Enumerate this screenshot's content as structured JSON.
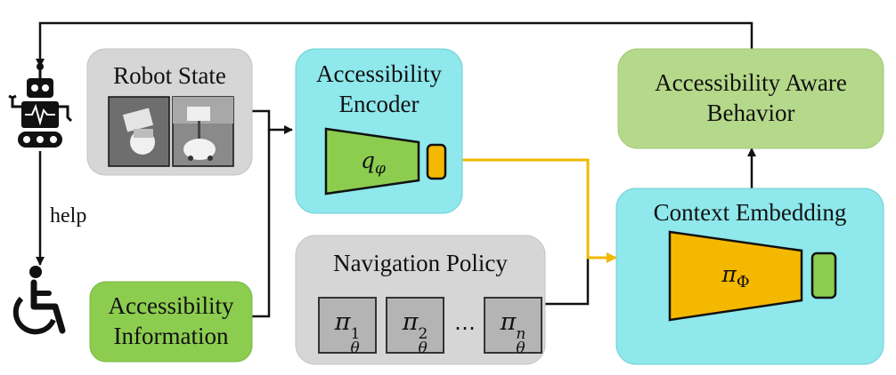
{
  "robot_state": {
    "title": "Robot State"
  },
  "accessibility_info": {
    "line1": "Accessibility",
    "line2": "Information"
  },
  "encoder": {
    "line1": "Accessibility",
    "line2": "Encoder",
    "symbol_base": "q",
    "symbol_sub": "φ"
  },
  "navigation": {
    "title": "Navigation Policy",
    "policy_base": "π",
    "policy_sub": "θ",
    "policies": [
      "1",
      "2",
      "n"
    ],
    "ellipsis": "⋯"
  },
  "context": {
    "title": "Context Embedding",
    "symbol_base": "π",
    "symbol_sub": "Φ"
  },
  "behavior": {
    "line1": "Accessibility Aware",
    "line2": "Behavior"
  },
  "help_label": "help",
  "colors": {
    "cyan": "#8ee8ec",
    "green": "#8ccd50",
    "light_green": "#b5d98a",
    "gray": "#d6d6d6",
    "yellow": "#f5b800",
    "arrow_yellow": "#f0b800"
  }
}
